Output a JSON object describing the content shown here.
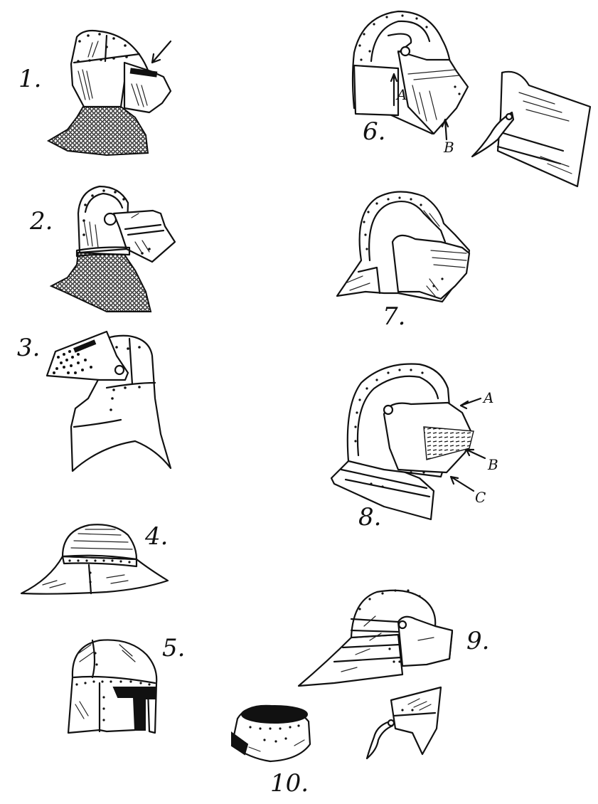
{
  "figures": [
    {
      "id": "1",
      "label": "1."
    },
    {
      "id": "2",
      "label": "2."
    },
    {
      "id": "3",
      "label": "3."
    },
    {
      "id": "4",
      "label": "4."
    },
    {
      "id": "5",
      "label": "5."
    },
    {
      "id": "6",
      "label": "6.",
      "callouts": [
        "A",
        "B"
      ]
    },
    {
      "id": "7",
      "label": "7."
    },
    {
      "id": "8",
      "label": "8.",
      "callouts": [
        "A",
        "B",
        "C"
      ]
    },
    {
      "id": "9",
      "label": "9."
    },
    {
      "id": "10",
      "label": "10."
    }
  ]
}
